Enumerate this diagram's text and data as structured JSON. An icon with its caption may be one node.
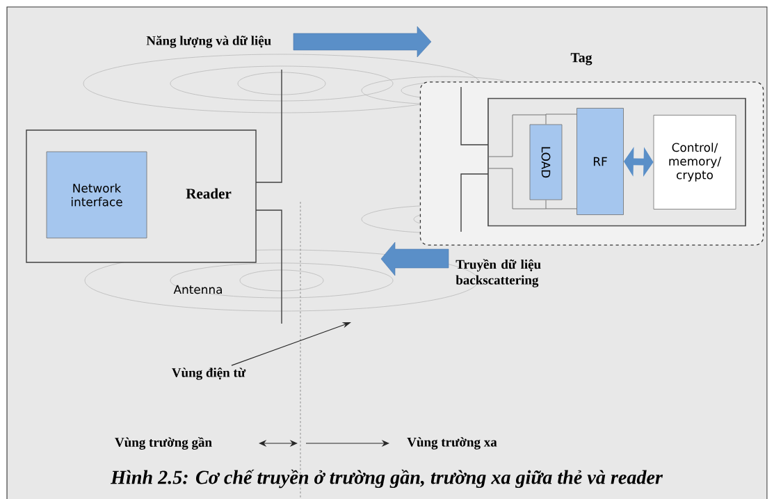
{
  "diagram": {
    "caption": "Hình 2.5: Cơ chế truyền ở trường gần, trường xa giữa thẻ và reader",
    "nodes": [
      {
        "text": [
          "Reader"
        ]
      },
      {
        "text": [
          "Network interface"
        ],
        "in": 0
      },
      {
        "text": [
          "Tag"
        ]
      },
      {
        "text": [],
        "shape": "box",
        "in": 2
      },
      {
        "text": [
          "LOAD"
        ],
        "in": 3
      },
      {
        "text": [
          "RF"
        ],
        "in": 3
      },
      {
        "text": [
          "Control/ memory/ crypto"
        ],
        "in": 3
      },
      {
        "text": [
          "Vùng điện từ"
        ]
      }
    ],
    "edges": [
      {
        "from": 5,
        "to": 6,
        "arrow": "both",
        "style": "thick",
        "color": "#5a8fc8"
      },
      {
        "from": 7,
        "to": null,
        "arrow": "to",
        "color": "#262626"
      },
      {
        "from": 4,
        "to": 5,
        "arrow": "none",
        "color": "#737373"
      },
      {
        "from": 4,
        "to": 5,
        "arrow": "none",
        "color": "#737373"
      }
    ],
    "labels": [
      "Năng lượng và dữ liệu",
      "Truyền dữ liệu backscattering",
      "Antenna",
      "Vùng trường gần",
      "Vùng trường xa"
    ]
  }
}
